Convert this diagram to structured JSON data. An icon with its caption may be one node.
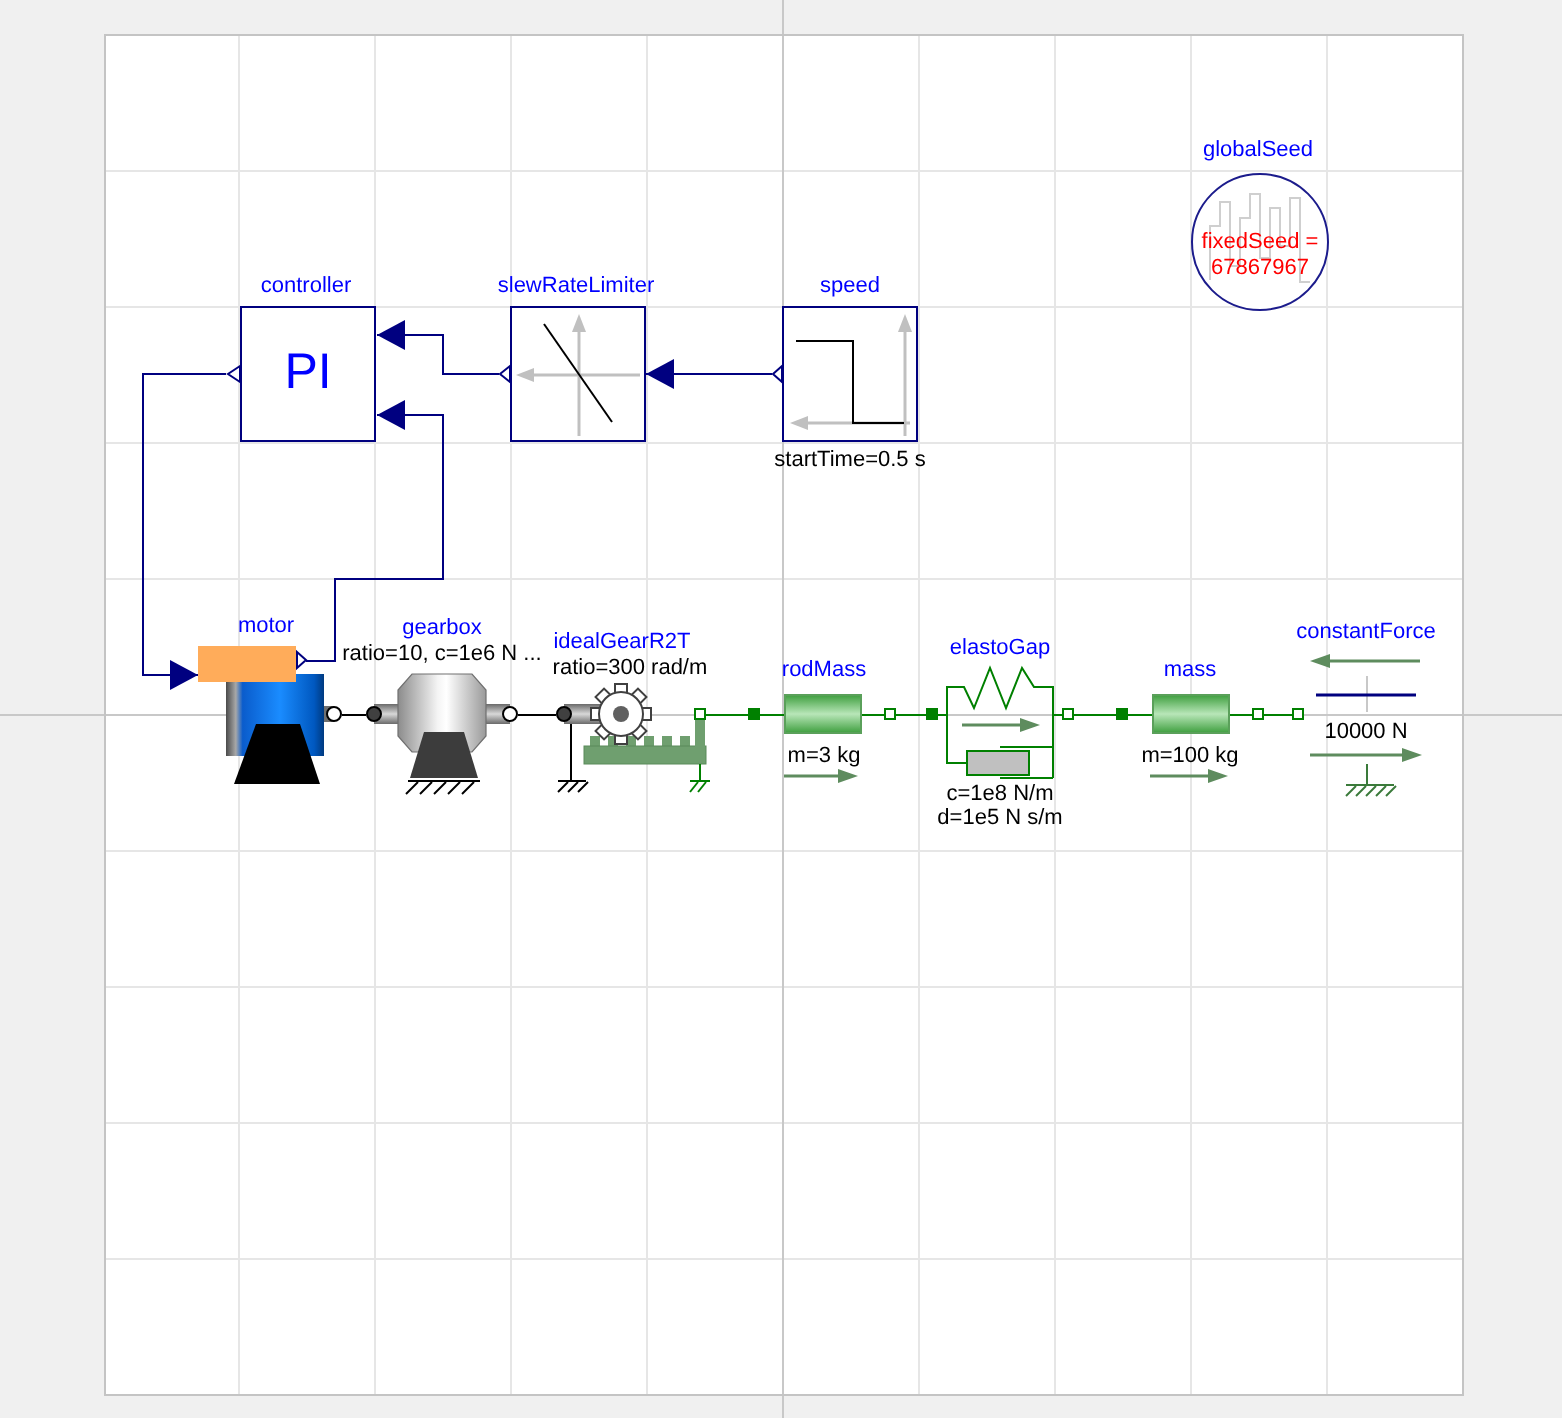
{
  "diagram": {
    "nodes": [
      {
        "text": [
          "controller",
          "PI"
        ]
      },
      {
        "text": [
          "slewRateLimiter"
        ]
      },
      {
        "text": [
          "speed",
          "startTime=0.5 s"
        ]
      },
      {
        "text": [
          "globalSeed",
          "fixedSeed = 67867967"
        ]
      },
      {
        "text": [
          "motor"
        ]
      },
      {
        "text": [
          "gearbox",
          "ratio=10, c=1e6 N ..."
        ]
      },
      {
        "text": [
          "idealGearR2T",
          "ratio=300 rad/m"
        ]
      },
      {
        "text": [
          "rodMass",
          "m=3 kg"
        ]
      },
      {
        "text": [
          "elastoGap",
          "c=1e8 N/m",
          "d=1e5 N s/m"
        ]
      },
      {
        "text": [
          "mass",
          "m=100 kg"
        ]
      },
      {
        "text": [
          "constantForce",
          "10000 N"
        ]
      }
    ],
    "edges": [
      {
        "from": 2,
        "to": 1,
        "arrow": "to"
      },
      {
        "from": 1,
        "to": 0,
        "arrow": "to"
      },
      {
        "from": 0,
        "to": 4,
        "arrow": "to"
      },
      {
        "from": 4,
        "to": 0,
        "arrow": "to"
      },
      {
        "from": 4,
        "to": 5,
        "arrow": "none",
        "color": "#000000"
      },
      {
        "from": 5,
        "to": 6,
        "arrow": "none",
        "color": "#000000"
      },
      {
        "from": 6,
        "to": 7,
        "arrow": "none",
        "color": "#008000"
      },
      {
        "from": 7,
        "to": 8,
        "arrow": "none",
        "color": "#008000"
      },
      {
        "from": 8,
        "to": 9,
        "arrow": "none",
        "color": "#008000"
      },
      {
        "from": 9,
        "to": 10,
        "arrow": "none",
        "color": "#008000"
      }
    ]
  }
}
